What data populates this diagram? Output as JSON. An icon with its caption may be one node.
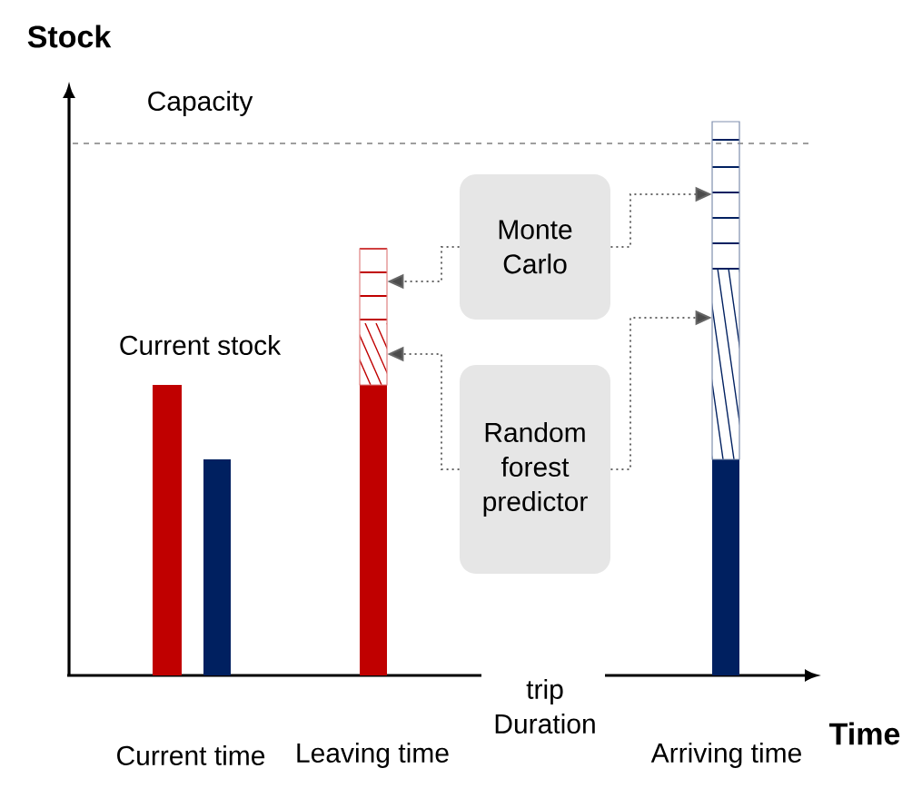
{
  "diagram": {
    "nodes": [
      {
        "text": [
          "Monte Carlo"
        ]
      },
      {
        "text": [
          "Random forest predictor"
        ]
      },
      {
        "text": [],
        "shape": "bar"
      },
      {
        "text": [],
        "shape": "bar"
      },
      {
        "text": [],
        "shape": "bar"
      },
      {
        "text": [],
        "shape": "bar"
      }
    ],
    "edges": [
      {
        "from": 0,
        "to": 4,
        "arrow": "to"
      },
      {
        "from": 1,
        "to": 4,
        "arrow": "to"
      },
      {
        "from": 0,
        "to": 5,
        "arrow": "to"
      },
      {
        "from": 1,
        "to": 5,
        "arrow": "to"
      }
    ],
    "labels": [
      "Stock",
      "Capacity",
      "Current stock",
      "trip Duration",
      "Time",
      "Current time",
      "Leaving time",
      "Arriving time"
    ]
  }
}
